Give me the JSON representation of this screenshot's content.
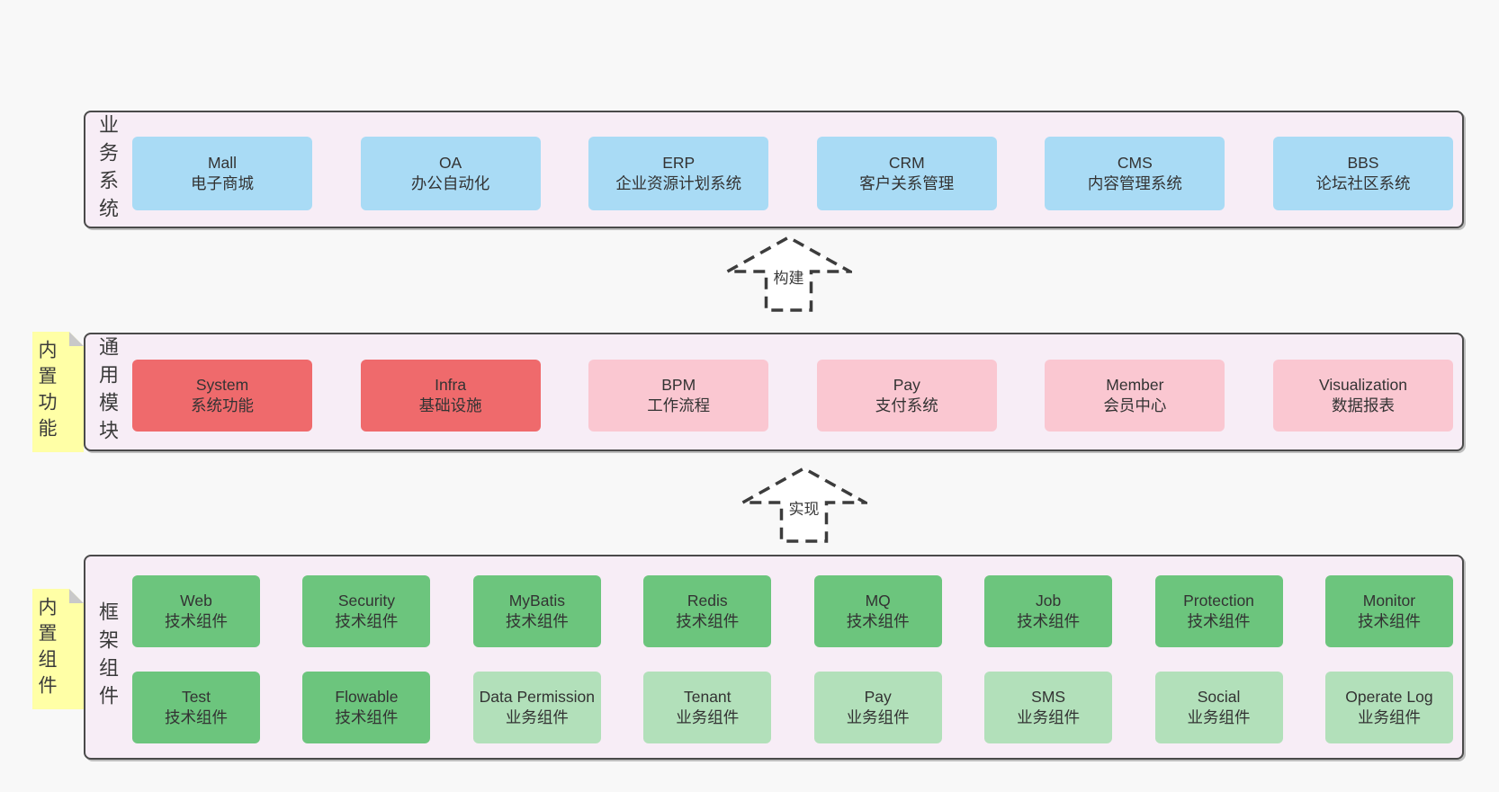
{
  "colors": {
    "page_background": "#f8f8f8",
    "panel_fill": "#f7edf6",
    "panel_border": "#4a4a4a",
    "box_blue": "#a9dbf5",
    "box_red": "#ef6a6c",
    "box_pink": "#fac7d1",
    "box_green": "#6cc57d",
    "box_light_green": "#b2e0ba",
    "note_yellow": "#ffffa6",
    "note_fold_gray": "#c9c9c9",
    "text": "#3a3a3a"
  },
  "notes": [
    {
      "label": "内置功能"
    },
    {
      "label": "内置组件"
    }
  ],
  "arrows": [
    {
      "label": "构建"
    },
    {
      "label": "实现"
    }
  ],
  "sections": [
    {
      "label": "业务系统",
      "boxes": [
        {
          "title": "Mall",
          "subtitle": "电子商城"
        },
        {
          "title": "OA",
          "subtitle": "办公自动化"
        },
        {
          "title": "ERP",
          "subtitle": "企业资源计划系统"
        },
        {
          "title": "CRM",
          "subtitle": "客户关系管理"
        },
        {
          "title": "CMS",
          "subtitle": "内容管理系统"
        },
        {
          "title": "BBS",
          "subtitle": "论坛社区系统"
        }
      ]
    },
    {
      "label": "通用模块",
      "boxes": [
        {
          "title": "System",
          "subtitle": "系统功能"
        },
        {
          "title": "Infra",
          "subtitle": "基础设施"
        },
        {
          "title": "BPM",
          "subtitle": "工作流程"
        },
        {
          "title": "Pay",
          "subtitle": "支付系统"
        },
        {
          "title": "Member",
          "subtitle": "会员中心"
        },
        {
          "title": "Visualization",
          "subtitle": "数据报表"
        }
      ]
    },
    {
      "label": "框架组件",
      "rows": [
        [
          {
            "title": "Web",
            "subtitle": "技术组件"
          },
          {
            "title": "Security",
            "subtitle": "技术组件"
          },
          {
            "title": "MyBatis",
            "subtitle": "技术组件"
          },
          {
            "title": "Redis",
            "subtitle": "技术组件"
          },
          {
            "title": "MQ",
            "subtitle": "技术组件"
          },
          {
            "title": "Job",
            "subtitle": "技术组件"
          },
          {
            "title": "Protection",
            "subtitle": "技术组件"
          },
          {
            "title": "Monitor",
            "subtitle": "技术组件"
          }
        ],
        [
          {
            "title": "Test",
            "subtitle": "技术组件"
          },
          {
            "title": "Flowable",
            "subtitle": "技术组件"
          },
          {
            "title": "Data Permission",
            "subtitle": "业务组件"
          },
          {
            "title": "Tenant",
            "subtitle": "业务组件"
          },
          {
            "title": "Pay",
            "subtitle": "业务组件"
          },
          {
            "title": "SMS",
            "subtitle": "业务组件"
          },
          {
            "title": "Social",
            "subtitle": "业务组件"
          },
          {
            "title": "Operate Log",
            "subtitle": "业务组件"
          }
        ]
      ]
    }
  ]
}
